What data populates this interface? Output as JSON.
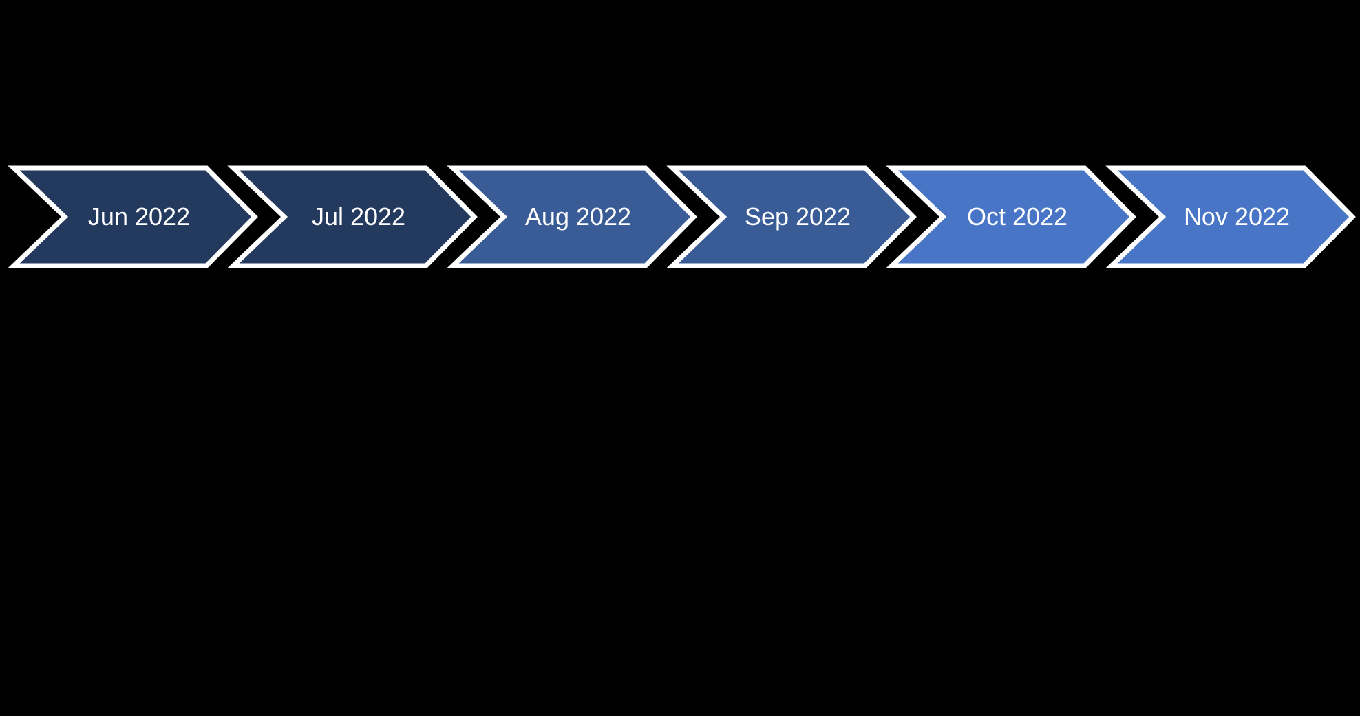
{
  "canvas": {
    "background_color": "#000000"
  },
  "timeline": {
    "type": "chevron-process-timeline",
    "border_color": "#FFFFFF",
    "text_color": "#FFFFFF",
    "items": [
      {
        "label": "Jun 2022",
        "color": "#24395E"
      },
      {
        "label": "Jul 2022",
        "color": "#24395E"
      },
      {
        "label": "Aug 2022",
        "color": "#3A5C96"
      },
      {
        "label": "Sep 2022",
        "color": "#3A5C96"
      },
      {
        "label": "Oct 2022",
        "color": "#4875C5"
      },
      {
        "label": "Nov 2022",
        "color": "#4875C5"
      }
    ]
  }
}
